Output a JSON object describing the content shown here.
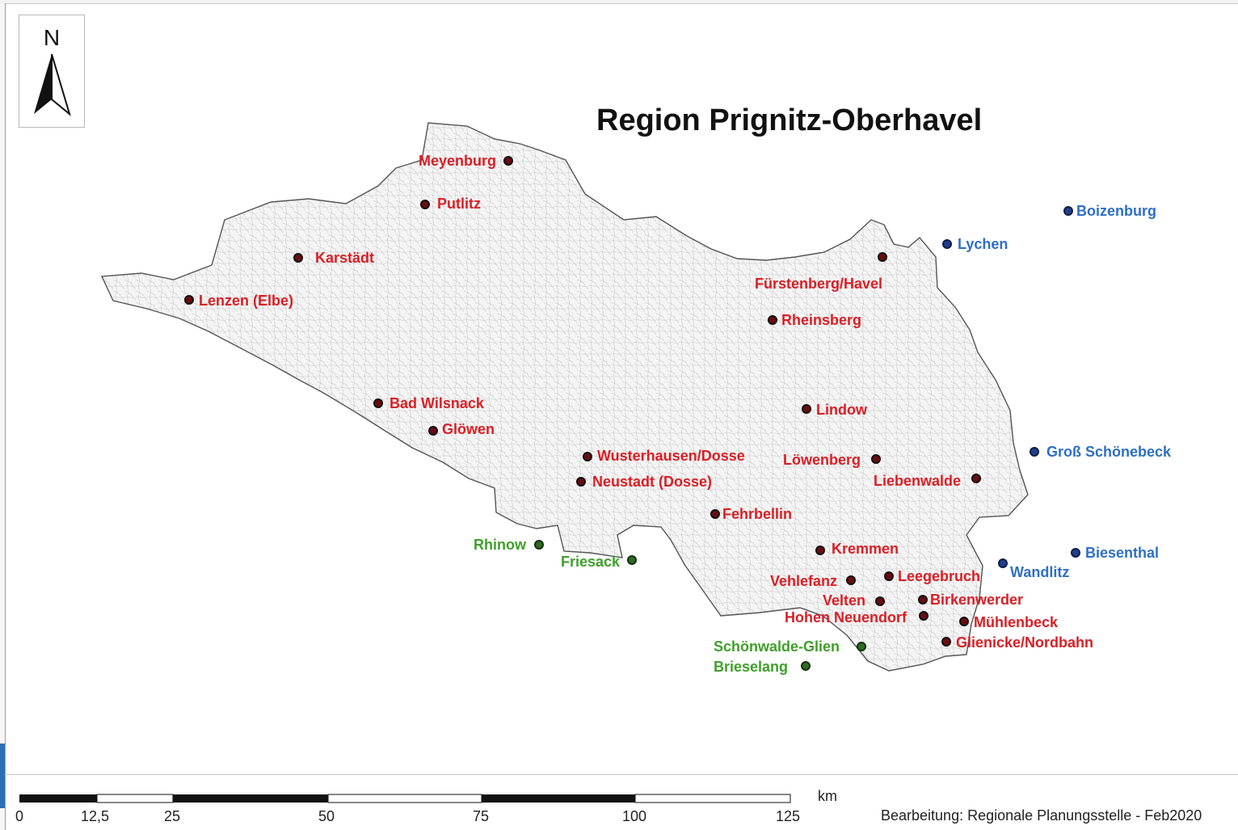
{
  "title": "Region Prignitz-Oberhavel",
  "north_label": "N",
  "credit": "Bearbeitung: Regionale Planungsstelle - Feb2020",
  "scale": {
    "unit": "km",
    "ticks": [
      "0",
      "12,5",
      "25",
      "50",
      "75",
      "100",
      "125"
    ]
  },
  "colors": {
    "in_region": "#d81f26",
    "blue_places": "#2e6fc4",
    "green_places": "#3f9f2a",
    "marker_fill": "#6b0c10"
  },
  "places": {
    "meyenburg": "Meyenburg",
    "putlitz": "Putlitz",
    "karstaedt": "Karstädt",
    "lenzen": "Lenzen (Elbe)",
    "bad_wilsnack": "Bad Wilsnack",
    "gloewen": "Glöwen",
    "wusterhausen": "Wusterhausen/Dosse",
    "neustadt": "Neustadt (Dosse)",
    "fehrbellin": "Fehrbellin",
    "fuerstenberg": "Fürstenberg/Havel",
    "rheinsberg": "Rheinsberg",
    "lindow": "Lindow",
    "loewenberg": "Löwenberg",
    "liebenwalde": "Liebenwalde",
    "kremmen": "Kremmen",
    "vehlefanz": "Vehlefanz",
    "leegebruch": "Leegebruch",
    "velten": "Velten",
    "birkenwerder": "Birkenwerder",
    "hohen_neuendorf": "Hohen Neuendorf",
    "muehlenbeck": "Mühlenbeck",
    "glienicke": "Glienicke/Nordbahn",
    "boizenburg": "Boizenburg",
    "lychen": "Lychen",
    "gross_schoenebeck": "Groß Schönebeck",
    "biesenthal": "Biesenthal",
    "wandlitz": "Wandlitz",
    "rhinow": "Rhinow",
    "friesack": "Friesack",
    "schoenwalde": "Schönwalde-Glien",
    "brieselang": "Brieselang"
  }
}
